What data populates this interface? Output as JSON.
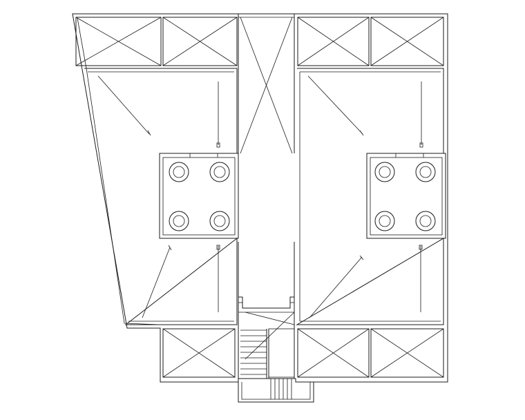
{
  "drawing": {
    "type": "architectural-floor-plan",
    "line_color": "#1a1a1a",
    "background_color": "#ffffff",
    "shaft_symbol": "x-cross",
    "fixture_symbol": "double-circle",
    "labels": []
  }
}
